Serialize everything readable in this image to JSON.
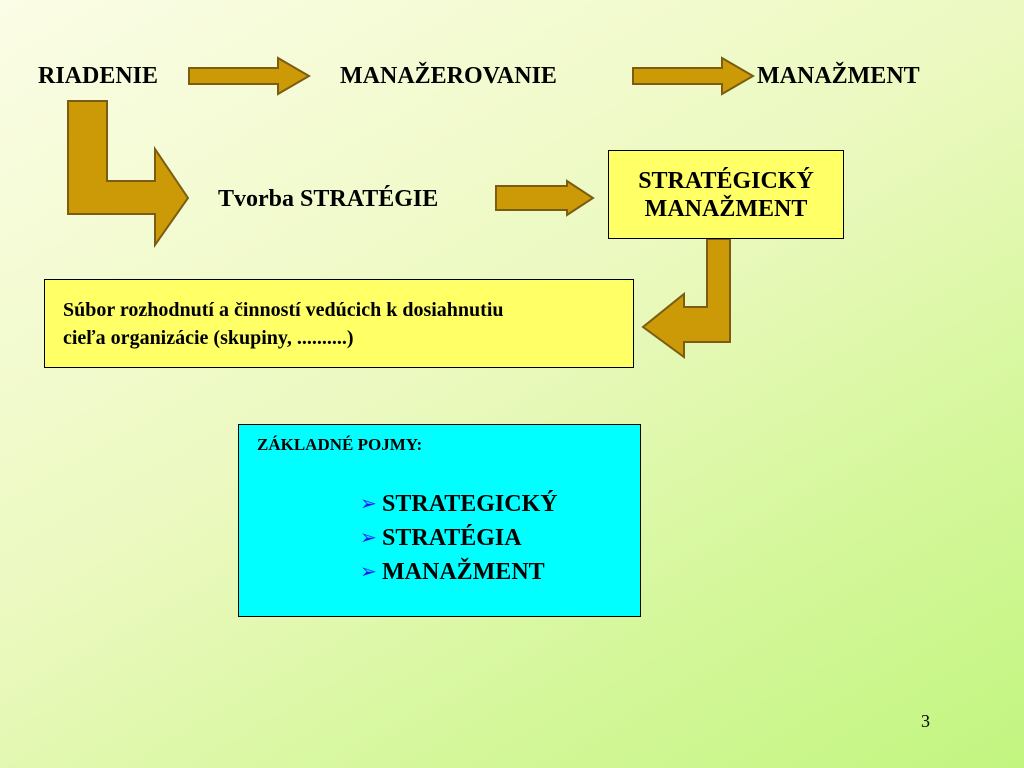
{
  "top_row": {
    "term1": "RIADENIE",
    "term2": "MANAŽEROVANIE",
    "term3": "MANAŽMENT"
  },
  "strategy_creation": "Tvorba STRATÉGIE",
  "strategic_management_box": {
    "line1": "STRATÉGICKÝ",
    "line2": "MANAŽMENT"
  },
  "definition_box": {
    "line1": "Súbor rozhodnutí a činností vedúcich k dosiahnutiu",
    "line2": "cieľa organizácie (skupiny, ..........)"
  },
  "basic_concepts": {
    "title": "ZÁKLADNÉ POJMY:",
    "items": [
      "STRATEGICKÝ",
      "STRATÉGIA",
      "MANAŽMENT"
    ],
    "bullet_icon": "arrowhead-bullet",
    "bullet_color": "#1a1aff"
  },
  "page_number": "3",
  "colors": {
    "arrow_fill": "#cc9a06",
    "yellow_box": "#ffff66",
    "cyan_box": "#00ffff"
  }
}
